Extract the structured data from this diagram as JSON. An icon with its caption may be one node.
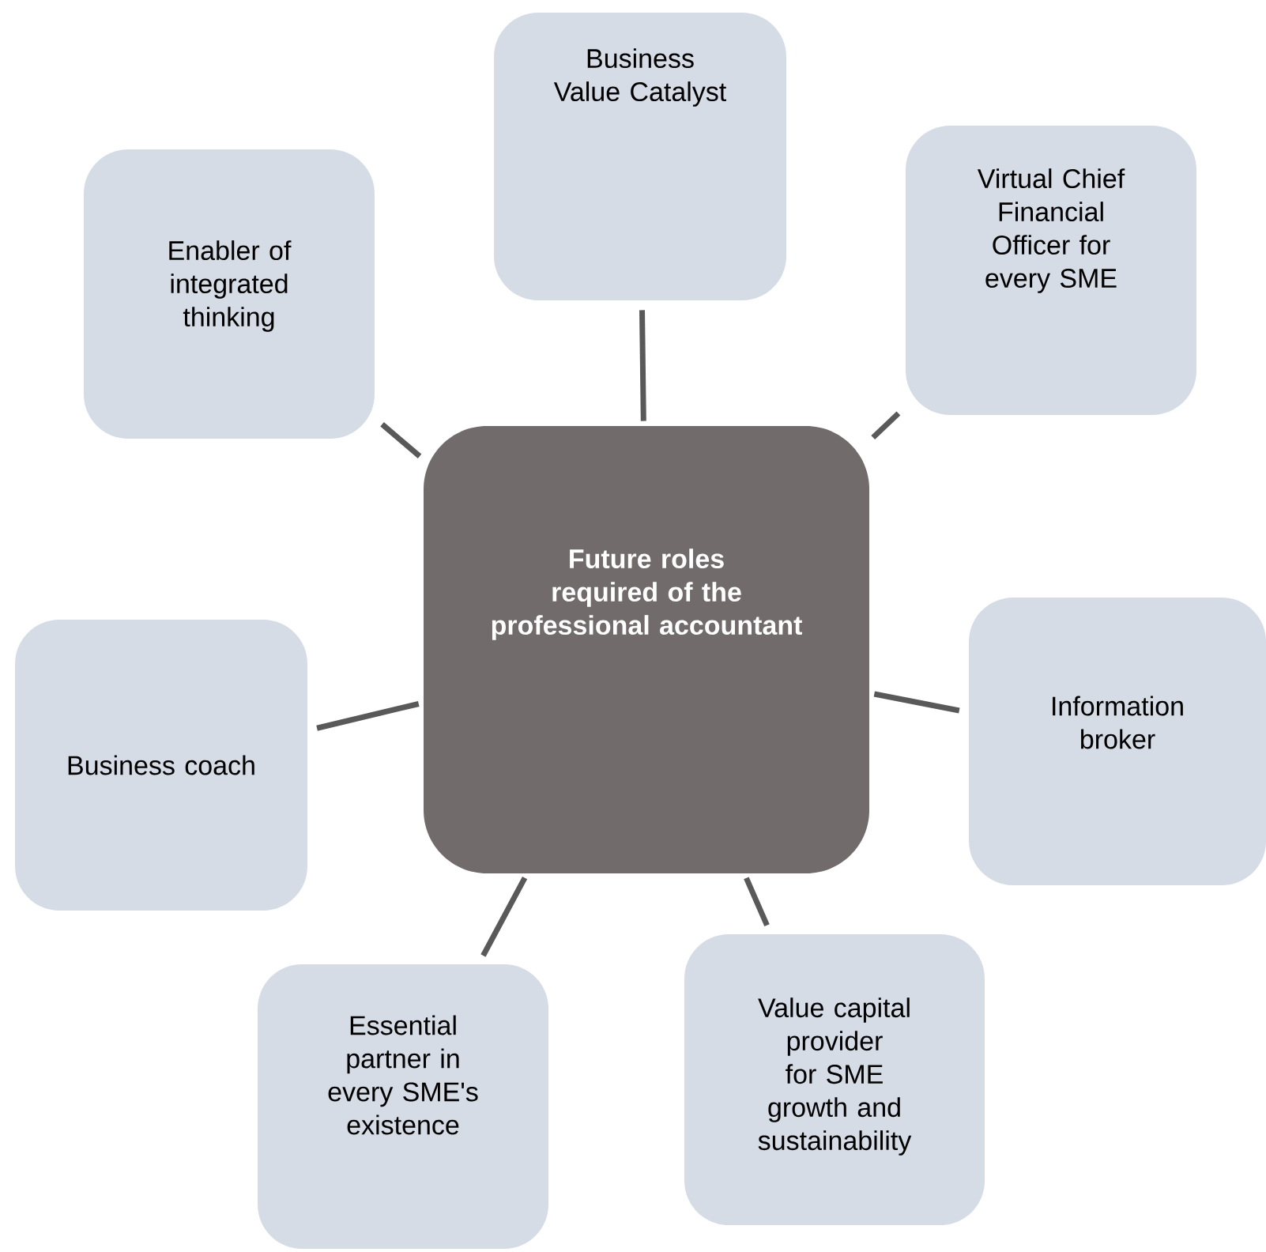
{
  "diagram": {
    "nodes": [
      {
        "text": [
          "Future roles  required of the professional accountant"
        ]
      },
      {
        "text": [
          "Business Value Catalyst"
        ]
      },
      {
        "text": [
          "Virtual Chief Financial Officer for every SME"
        ]
      },
      {
        "text": [
          "Information broker"
        ]
      },
      {
        "text": [
          "Value capital provider  for SME growth and sustainability"
        ]
      },
      {
        "text": [
          "Essential partner in every SME's existence"
        ]
      },
      {
        "text": [
          "Business coach"
        ]
      },
      {
        "text": [
          "Enabler of integrated thinking"
        ]
      }
    ],
    "edges": [
      {
        "from": 0,
        "to": 1,
        "arrow": "none"
      },
      {
        "from": 0,
        "to": 2,
        "arrow": "none"
      },
      {
        "from": 0,
        "to": 3,
        "arrow": "none"
      },
      {
        "from": 0,
        "to": 4,
        "arrow": "none"
      },
      {
        "from": 0,
        "to": 5,
        "arrow": "none"
      },
      {
        "from": 0,
        "to": 6,
        "arrow": "none"
      },
      {
        "from": 0,
        "to": 7,
        "arrow": "none"
      }
    ]
  }
}
